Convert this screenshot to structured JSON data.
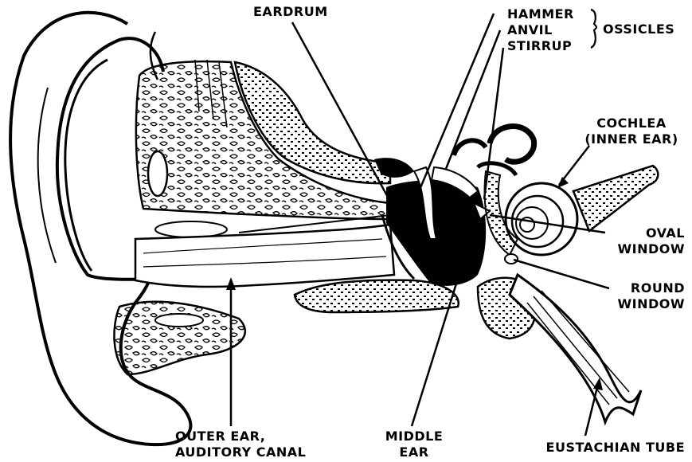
{
  "labels": {
    "eardrum": "EARDRUM",
    "hammer": "HAMMER",
    "anvil": "ANVIL",
    "stirrup": "STIRRUP",
    "ossicles": "OSSICLES",
    "cochlea_1": "COCHLEA",
    "cochlea_2": "(INNER EAR)",
    "oval_1": "OVAL",
    "oval_2": "WINDOW",
    "round_1": "ROUND",
    "round_2": "WINDOW",
    "outer_1": "OUTER EAR,",
    "outer_2": "AUDITORY CANAL",
    "middle_1": "MIDDLE",
    "middle_2": "EAR",
    "eustachian": "EUSTACHIAN TUBE"
  },
  "colors": {
    "ink": "#000000",
    "paper": "#ffffff"
  }
}
